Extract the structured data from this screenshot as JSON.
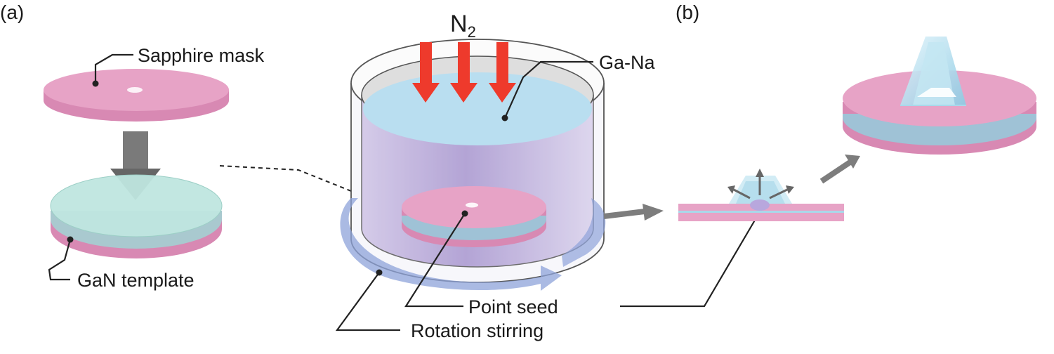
{
  "panels": {
    "a": "(a)",
    "b": "(b)"
  },
  "labels": {
    "sapphire_mask": "Sapphire mask",
    "gan_template": "GaN template",
    "ga_na": "Ga-Na",
    "point_seed": "Point seed",
    "rotation_stirring": "Rotation stirring"
  },
  "gas": {
    "symbol": "N",
    "subscript": "2"
  },
  "colors": {
    "pink": "#e7a3c6",
    "pink_side": "#d889b3",
    "gan_cyan": "#bfe6df",
    "liquid_blue": "#b9def0",
    "crucible_purple": "#b9aad6",
    "rotation_blue": "#93a9dc",
    "nitrogen_red": "#ee3a2c",
    "flow_arrow_gray": "#7d7d7d",
    "crystal_blue": "#a9d8ea"
  }
}
